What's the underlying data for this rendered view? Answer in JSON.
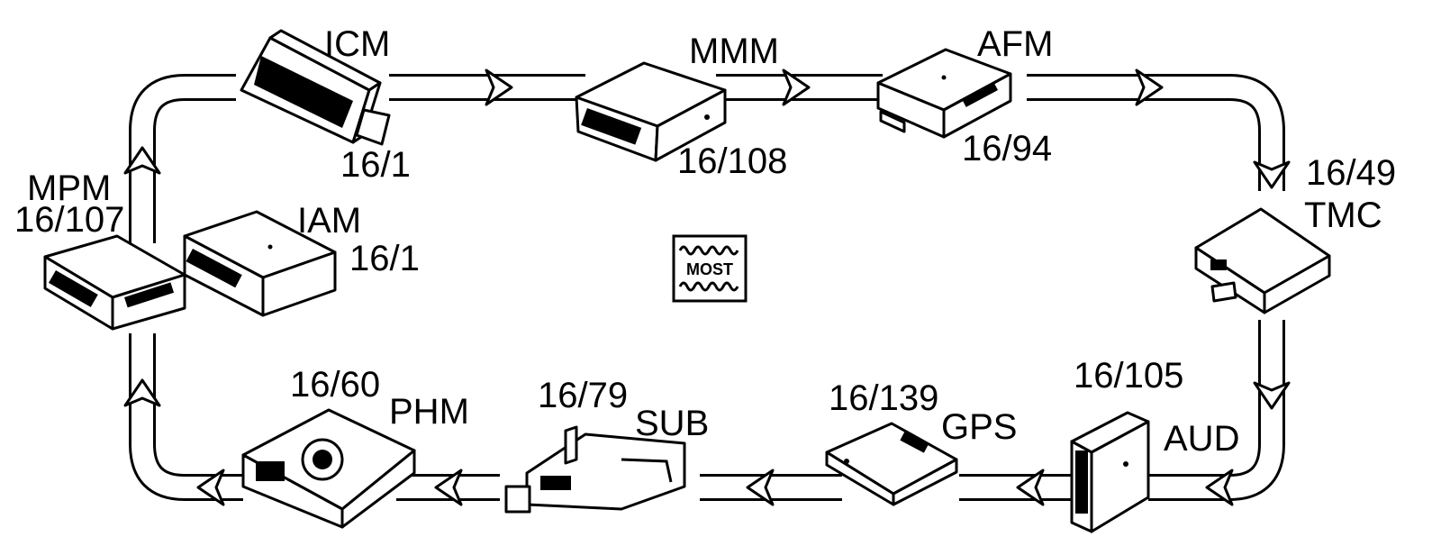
{
  "modules": [
    {
      "id": "icm",
      "name": "ICM",
      "code": "16/1"
    },
    {
      "id": "mmm",
      "name": "MMM",
      "code": "16/108"
    },
    {
      "id": "afm",
      "name": "AFM",
      "code": "16/94"
    },
    {
      "id": "tmc",
      "name": "TMC",
      "code": "16/49"
    },
    {
      "id": "aud",
      "name": "AUD",
      "code": "16/105"
    },
    {
      "id": "gps",
      "name": "GPS",
      "code": "16/139"
    },
    {
      "id": "sub",
      "name": "SUB",
      "code": "16/79"
    },
    {
      "id": "phm",
      "name": "PHM",
      "code": "16/60"
    },
    {
      "id": "mpm",
      "name": "MPM",
      "code": "16/107"
    },
    {
      "id": "iam",
      "name": "IAM",
      "code": "16/1"
    }
  ],
  "center_logo": {
    "text": "MOST",
    "icon": "most-bus-logo-icon"
  },
  "colors": {
    "ink": "#000000",
    "paper": "#ffffff"
  }
}
